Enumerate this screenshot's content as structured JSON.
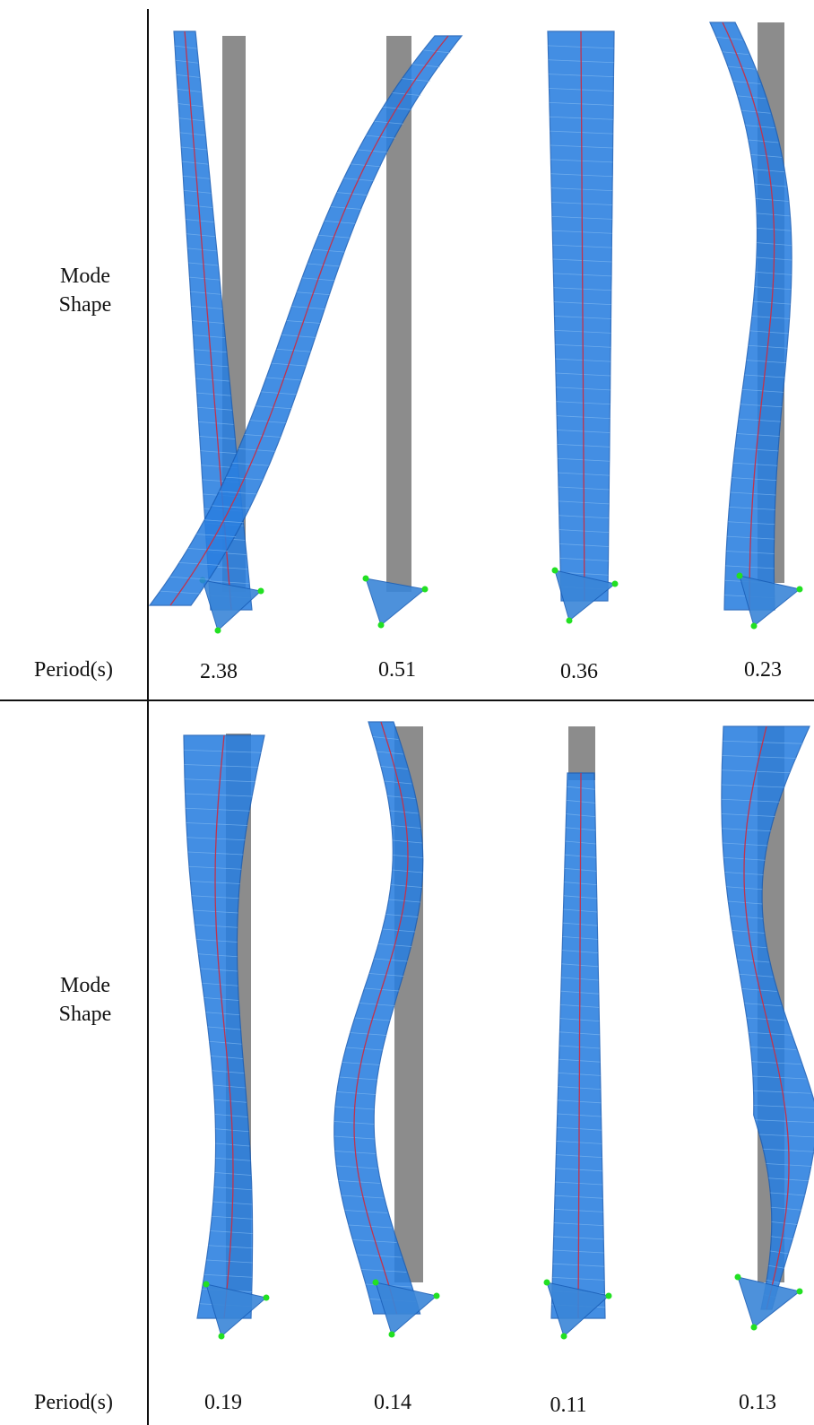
{
  "rows": [
    {
      "label_line1": "Mode",
      "label_line2": "Shape",
      "period_label": "Period(s)",
      "modes": [
        {
          "period": "2.38",
          "shape": "sway-left"
        },
        {
          "period": "0.51",
          "shape": "sway-s-right"
        },
        {
          "period": "0.36",
          "shape": "torsion"
        },
        {
          "period": "0.23",
          "shape": "sway-s2"
        }
      ]
    },
    {
      "label_line1": "Mode",
      "label_line2": "Shape",
      "period_label": "Period(s)",
      "modes": [
        {
          "period": "0.19",
          "shape": "torsion-2"
        },
        {
          "period": "0.14",
          "shape": "sway-s3"
        },
        {
          "period": "0.11",
          "shape": "axial"
        },
        {
          "period": "0.13",
          "shape": "torsion-3"
        }
      ]
    }
  ],
  "colors": {
    "deformed": "#2a7fe0",
    "deformed_edge": "#1a5fb8",
    "undeformed": "#808080",
    "centerline": "#c0334e",
    "support": "#22e022",
    "grid": "#111111"
  }
}
